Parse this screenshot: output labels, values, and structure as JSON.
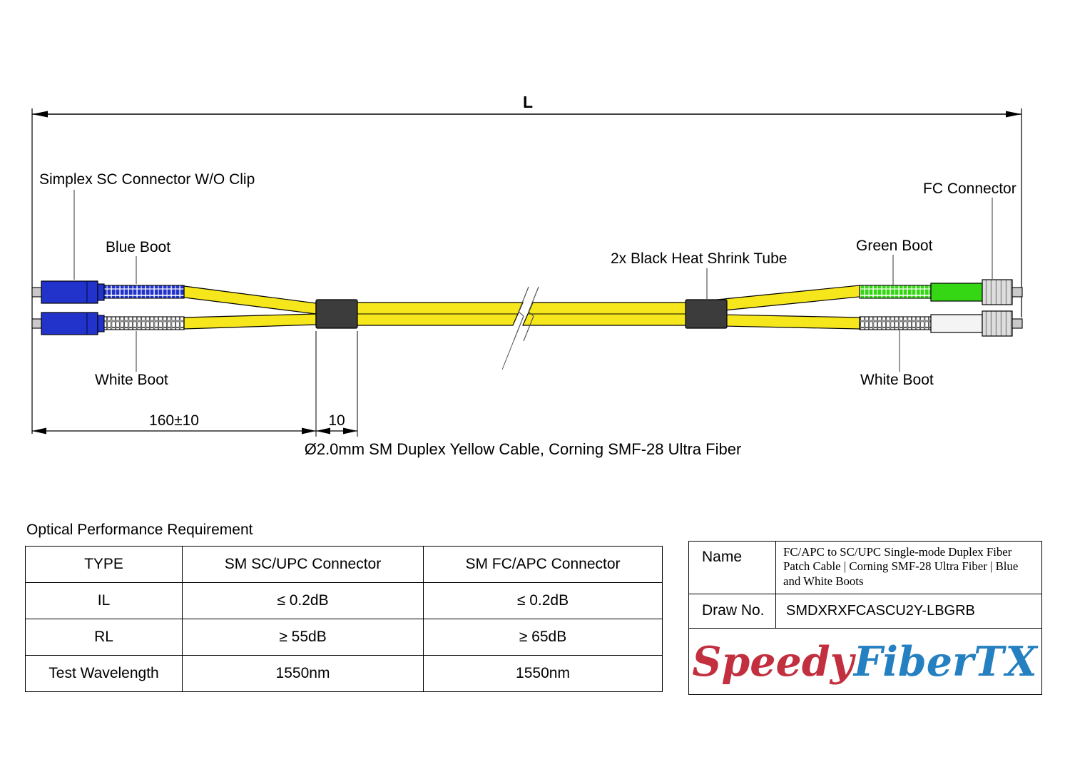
{
  "diagram": {
    "overall_length_label": "L",
    "labels": {
      "sc_connector": "Simplex SC Connector W/O Clip",
      "blue_boot": "Blue Boot",
      "white_boot_left": "White Boot",
      "heat_shrink_tube": "2x Black Heat Shrink Tube",
      "green_boot": "Green Boot",
      "fc_connector": "FC Connector",
      "white_boot_right": "White Boot"
    },
    "dimensions": {
      "breakout_length": "160±10",
      "tube_length": "10"
    },
    "caption": "Ø2.0mm SM Duplex Yellow Cable, Corning SMF-28 Ultra Fiber",
    "colors": {
      "cable_yellow": "#f6e71c",
      "connector_blue": "#2233cc",
      "boot_green": "#35d714",
      "heat_shrink_black": "#3c3c3c"
    }
  },
  "performance_table": {
    "title": "Optical Performance Requirement",
    "headers": [
      "TYPE",
      "SM SC/UPC Connector",
      "SM FC/APC Connector"
    ],
    "rows": [
      [
        "IL",
        "≤ 0.2dB",
        "≤ 0.2dB"
      ],
      [
        "RL",
        "≥ 55dB",
        "≥ 65dB"
      ],
      [
        "Test Wavelength",
        "1550nm",
        "1550nm"
      ]
    ]
  },
  "title_block": {
    "name_label": "Name",
    "name_value": "FC/APC to SC/UPC Single-mode Duplex Fiber Patch Cable | Corning SMF-28 Ultra Fiber | Blue and White Boots",
    "draw_no_label": "Draw No.",
    "draw_no_value": "SMDXRXFCASCU2Y-LBGRB",
    "logo": {
      "speedy": "Speedy",
      "fiber": "Fiber",
      "tx": "TX",
      "red": "#c22f3e",
      "blue": "#2480c0"
    }
  }
}
